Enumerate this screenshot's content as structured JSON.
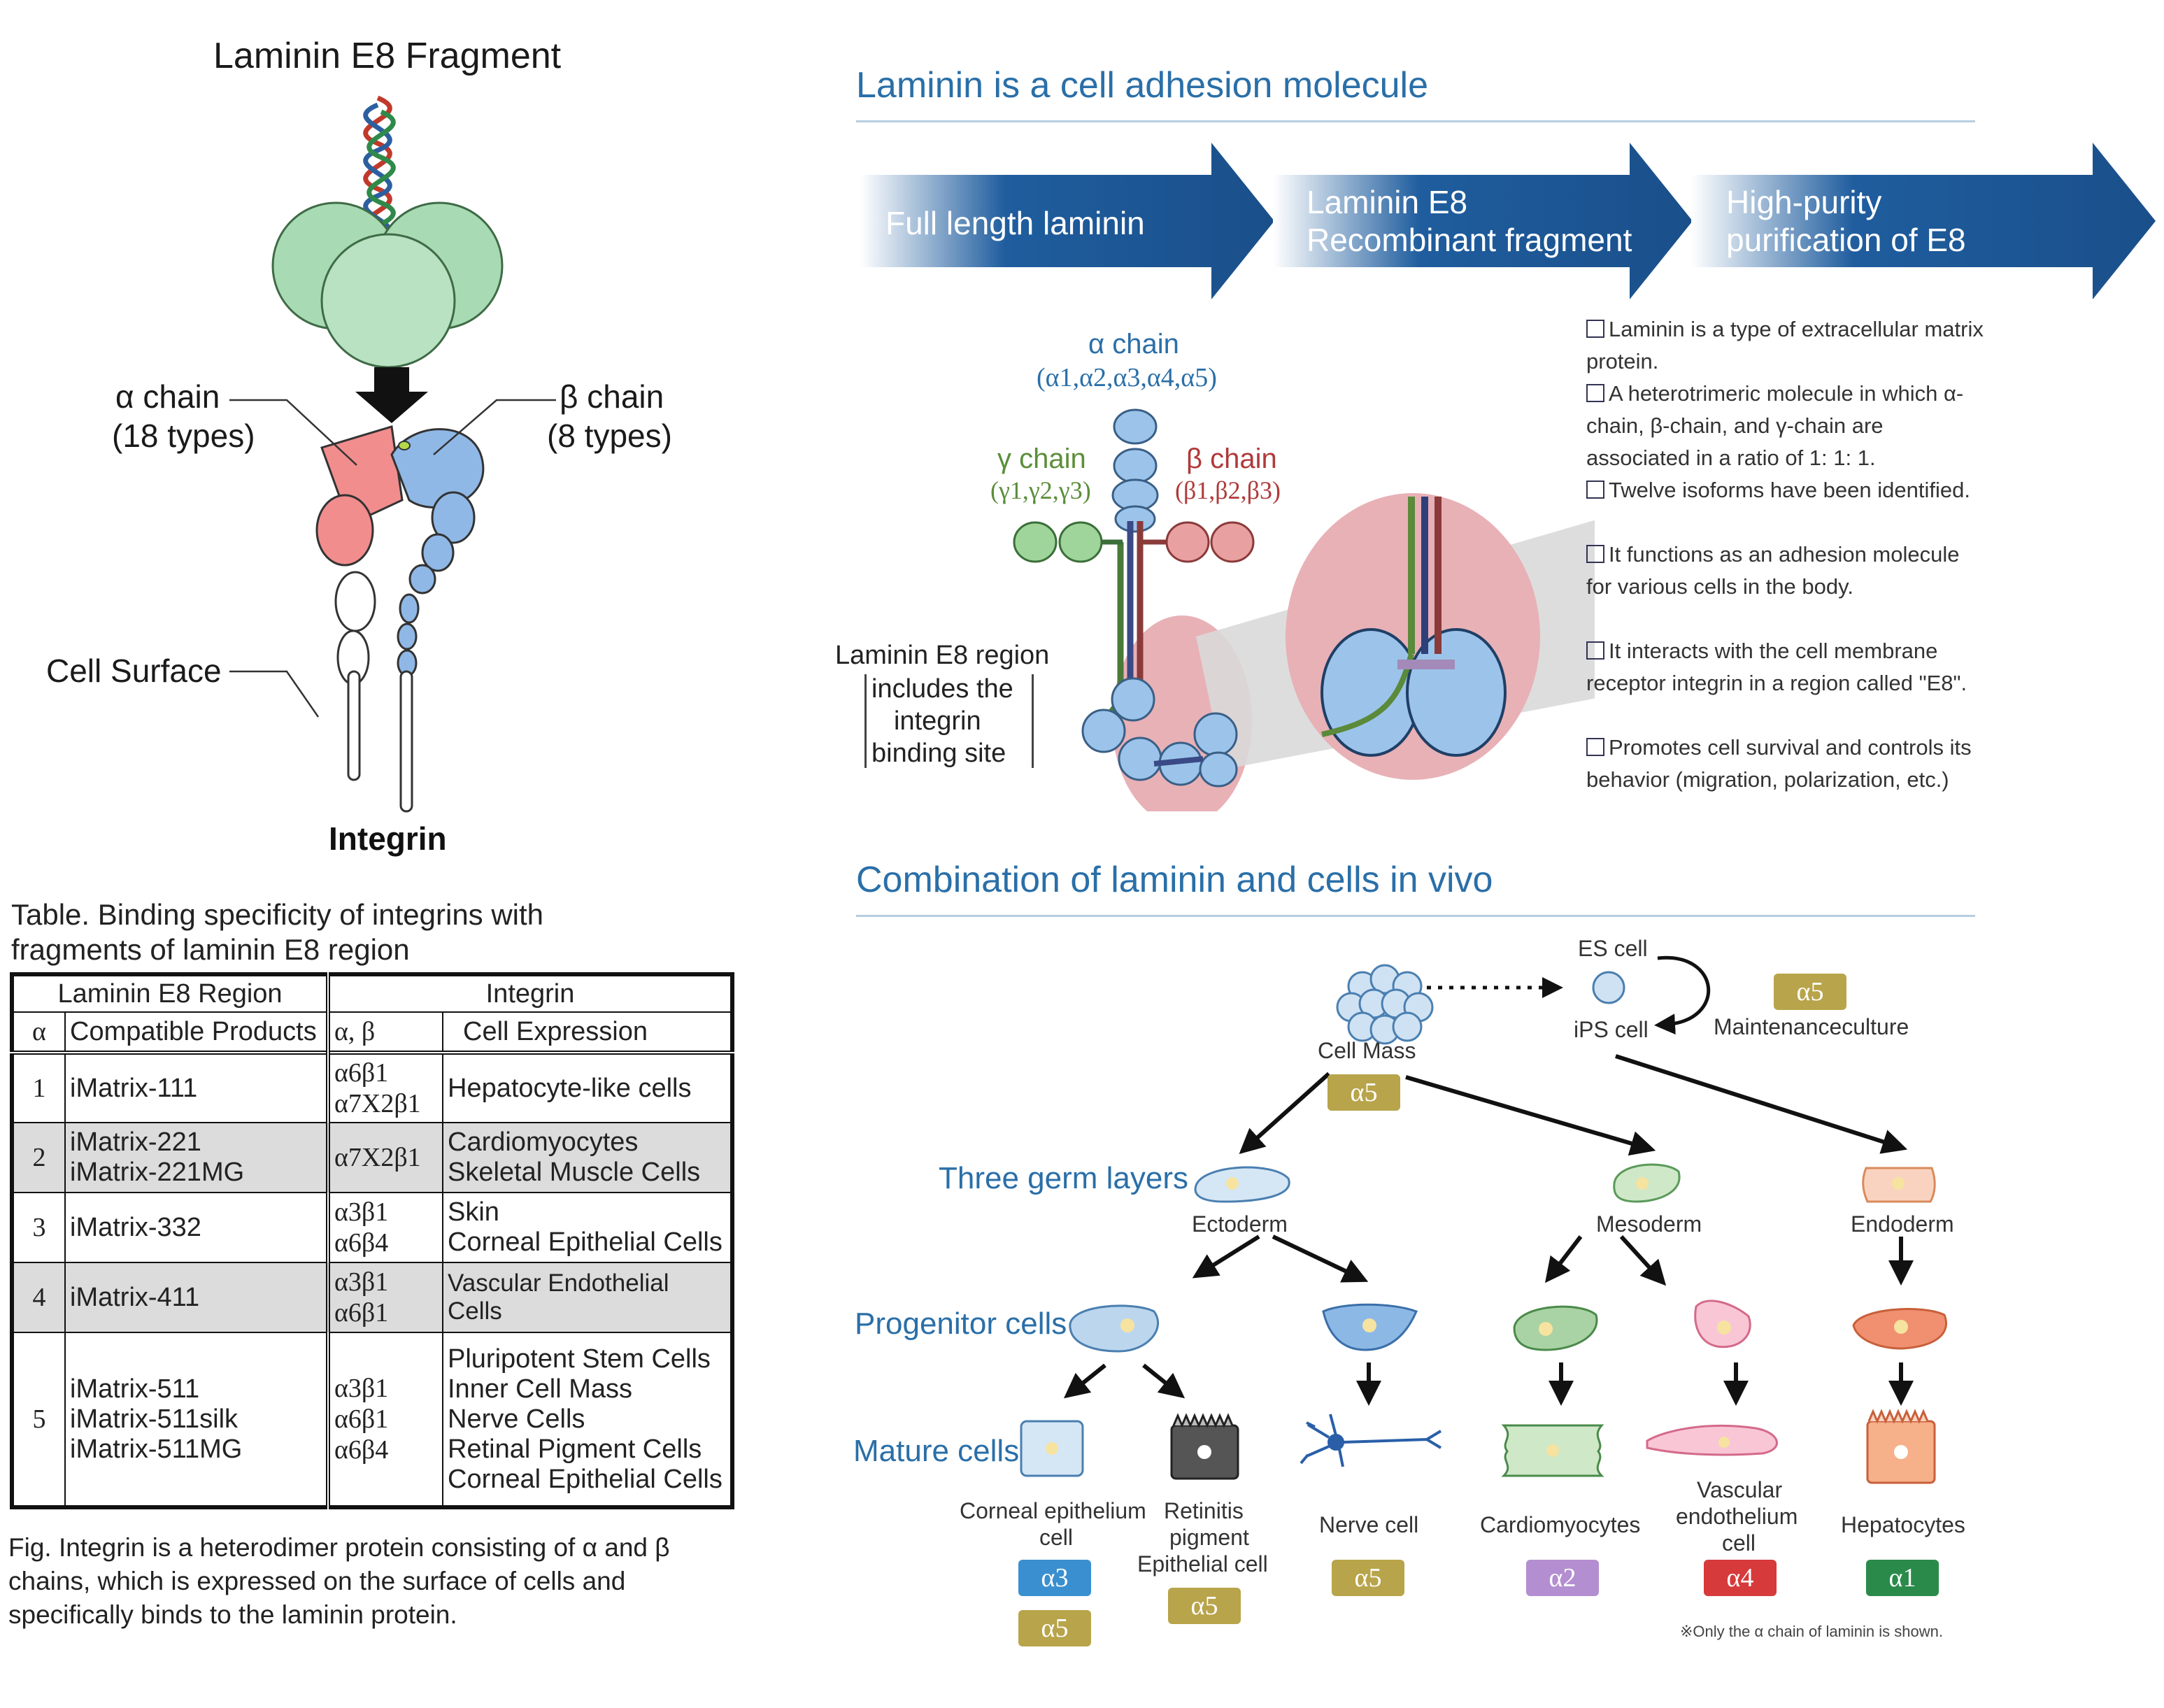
{
  "left": {
    "fragment_title": "Laminin E8 Fragment",
    "alpha_chain": "α chain",
    "alpha_types": "(18 types)",
    "beta_chain": "β chain",
    "beta_types": "(8 types)",
    "cell_surface": "Cell Surface",
    "integrin": "Integrin",
    "table_caption_1": "Table. Binding specificity of integrins with",
    "table_caption_2": "fragments of laminin E8 region",
    "table": {
      "group_headers": [
        "Laminin E8 Region",
        "Integrin"
      ],
      "columns": [
        "α",
        "Compatible Products",
        "α, β",
        "Cell Expression"
      ],
      "rows": [
        {
          "alpha": "1",
          "products": [
            "iMatrix-111"
          ],
          "ab": [
            "α6β1",
            "α7X2β1"
          ],
          "cells": [
            "Hepatocyte-like cells"
          ]
        },
        {
          "alpha": "2",
          "products": [
            "iMatrix-221",
            "iMatrix-221MG"
          ],
          "ab": [
            "α7X2β1"
          ],
          "cells": [
            "Cardiomyocytes",
            "Skeletal Muscle Cells"
          ]
        },
        {
          "alpha": "3",
          "products": [
            "iMatrix-332"
          ],
          "ab": [
            "α3β1",
            "α6β4"
          ],
          "cells": [
            "Skin",
            "Corneal Epithelial Cells"
          ]
        },
        {
          "alpha": "4",
          "products": [
            "iMatrix-411"
          ],
          "ab": [
            "α3β1",
            "α6β1"
          ],
          "cells": [
            "Vascular Endothelial Cells"
          ]
        },
        {
          "alpha": "5",
          "products": [
            "iMatrix-511",
            "iMatrix-511silk",
            "iMatrix-511MG"
          ],
          "ab": [
            "α3β1",
            "α6β1",
            "α6β4"
          ],
          "cells": [
            "Pluripotent Stem Cells",
            "Inner Cell Mass",
            "Nerve Cells",
            "Retinal Pigment Cells",
            "Corneal Epithelial Cells"
          ]
        }
      ]
    },
    "fig_caption_1": "Fig. Integrin is a heterodimer protein consisting of α and β",
    "fig_caption_2": "chains, which is expressed on the surface of cells and",
    "fig_caption_3": "specifically binds to the laminin protein."
  },
  "right": {
    "section1_title": "Laminin is a cell adhesion molecule",
    "arrow1": "Full length laminin",
    "arrow2_l1": "Laminin E8",
    "arrow2_l2": "Recombinant fragment",
    "arrow3_l1": "High-purity",
    "arrow3_l2": "purification of E8",
    "alpha_chain": "α chain",
    "alpha_list": "(α1,α2,α3,α4,α5)",
    "gamma_chain": "γ chain",
    "gamma_list": "(γ1,γ2,γ3)",
    "beta_chain": "β chain",
    "beta_list": "(β1,β2,β3)",
    "e8_region": "Laminin E8 region",
    "e8_note_1": "includes the",
    "e8_note_2": "integrin",
    "e8_note_3": "binding site",
    "bullets": [
      "Laminin is a type of extracellular matrix protein.",
      "A heterotrimeric molecule in which α-chain, β-chain, and γ-chain are associated in a ratio of 1: 1: 1.",
      "Twelve isoforms have been identified.",
      "It functions as an adhesion molecule for various cells in the body.",
      "It interacts with the cell membrane receptor integrin in a region called \"E8\".",
      "Promotes cell survival and controls its behavior (migration, polarization, etc.)"
    ],
    "section2_title": "Combination of laminin and cells in vivo",
    "es_cell": "ES cell",
    "ips_cell": "iPS cell",
    "maintenance": "Maintenanceculture",
    "cell_mass": "Cell Mass",
    "three_germ": "Three germ layers",
    "ectoderm": "Ectoderm",
    "mesoderm": "Mesoderm",
    "endoderm": "Endoderm",
    "progenitor": "Progenitor cells",
    "mature": "Mature cells",
    "corneal_1": "Corneal epithelium",
    "corneal_2": "cell",
    "retinitis_1": "Retinitis",
    "retinitis_2": "pigment",
    "retinitis_3": "Epithelial cell",
    "nerve": "Nerve cell",
    "cardio": "Cardiomyocytes",
    "vascular_1": "Vascular",
    "vascular_2": "endothelium",
    "vascular_3": "cell",
    "hepatocytes": "Hepatocytes",
    "badges": {
      "maint": "α5",
      "mass": "α5",
      "corneal_a": "α3",
      "corneal_b": "α5",
      "retin": "α5",
      "nerve": "α5",
      "cardio": "α2",
      "vasc": "α4",
      "hep": "α1"
    },
    "footnote": "※Only the α chain of laminin is shown."
  },
  "colors": {
    "title_blue": "#2a6fa8",
    "arrow_blue": "#1f5d9e",
    "laminin_green": "#5fb77a",
    "alpha_pink": "#f08c8c",
    "beta_blue": "#8fb8e6",
    "badge_gold": "#b8a44a"
  }
}
